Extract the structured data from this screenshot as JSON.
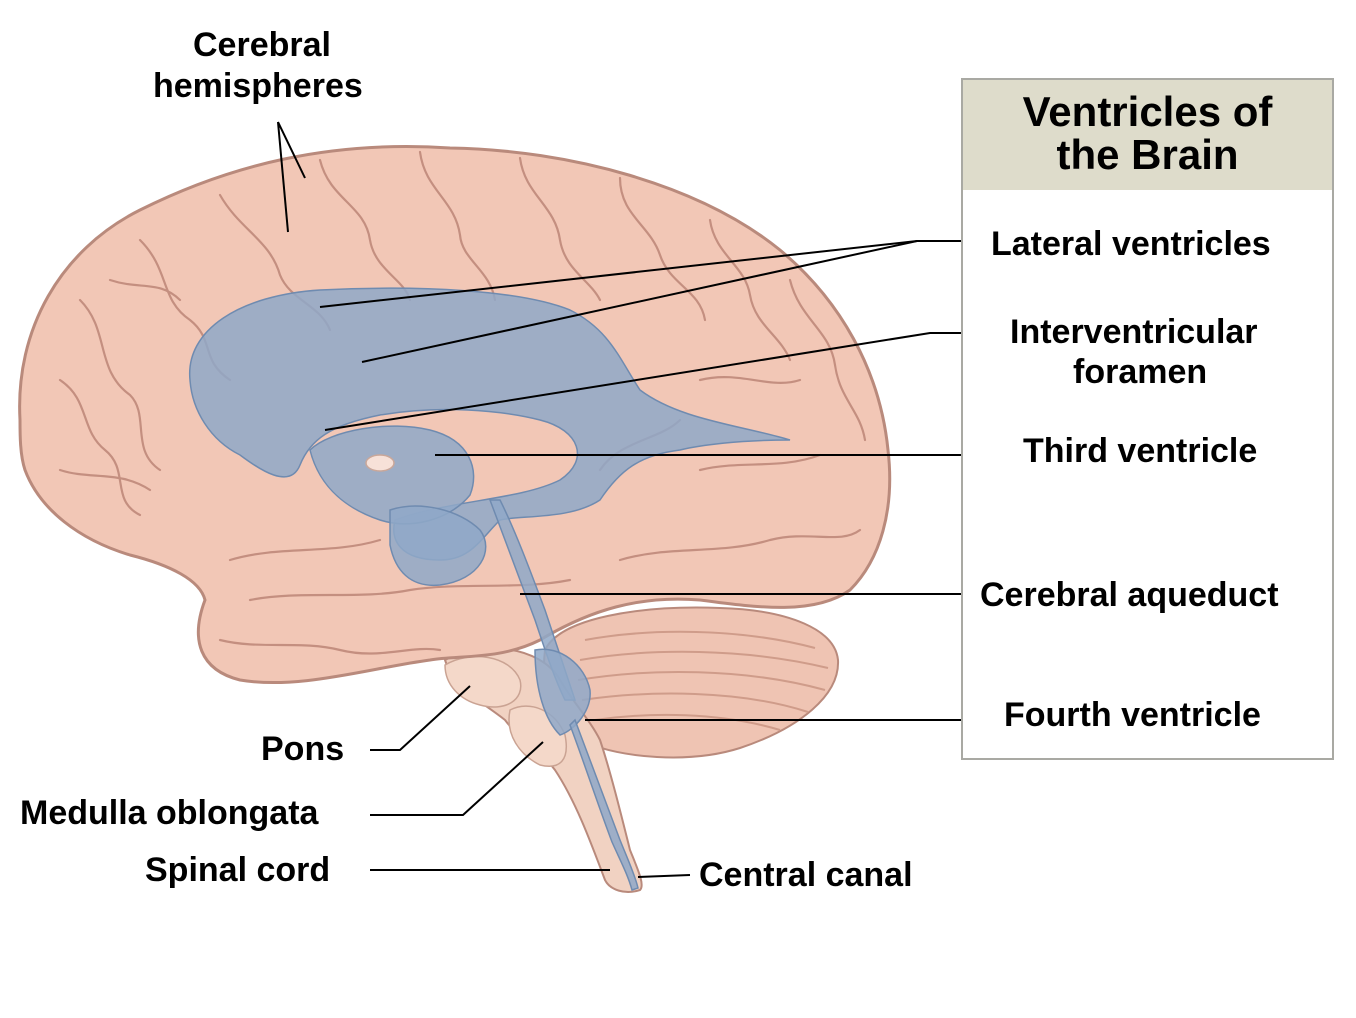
{
  "legend": {
    "title_line1": "Ventricles of",
    "title_line2": "the Brain",
    "header_color": "#dedccb",
    "items": [
      "Lateral ventricles",
      "Interventricular",
      "foramen",
      "Third ventricle",
      "Cerebral aqueduct",
      "Fourth ventricle"
    ]
  },
  "labels": {
    "cerebral_line1": "Cerebral",
    "cerebral_line2": "hemispheres",
    "pons": "Pons",
    "medulla": "Medulla oblongata",
    "spinal_cord": "Spinal cord",
    "central_canal": "Central canal"
  },
  "colors": {
    "brain_fill": "#f2c7b6",
    "brain_outline": "#b98a7c",
    "ventricle_fill": "#8fa8c8",
    "brainstem_fill": "#f1d2c2"
  }
}
